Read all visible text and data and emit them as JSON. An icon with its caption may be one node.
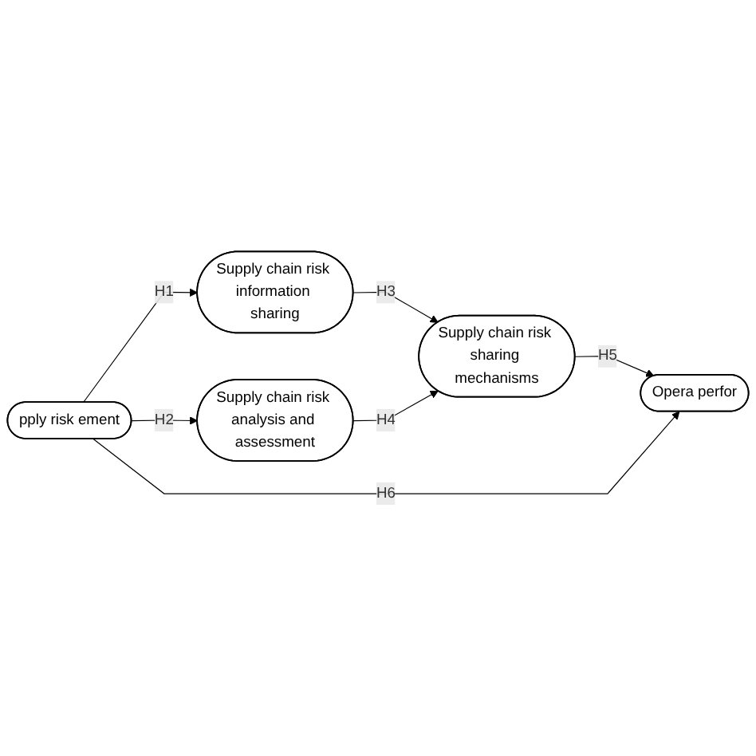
{
  "diagram": {
    "nodes": [
      {
        "text": [
          "pply risk ement"
        ]
      },
      {
        "text": [
          "Supply chain risk information sharing"
        ]
      },
      {
        "text": [
          "Supply chain risk analysis and assessment"
        ]
      },
      {
        "text": [
          "Supply chain risk sharing mechanisms"
        ]
      },
      {
        "text": [
          "Opera perfor"
        ]
      }
    ],
    "edges": [
      {
        "from": 0,
        "to": 1,
        "arrow": "to",
        "label": "H1"
      },
      {
        "from": 0,
        "to": 2,
        "arrow": "to",
        "label": "H2"
      },
      {
        "from": 1,
        "to": 3,
        "arrow": "to",
        "label": "H3"
      },
      {
        "from": 2,
        "to": 3,
        "arrow": "to",
        "label": "H4"
      },
      {
        "from": 3,
        "to": 4,
        "arrow": "to",
        "label": "H5"
      },
      {
        "from": 0,
        "to": 4,
        "arrow": "to",
        "label": "H6"
      }
    ]
  }
}
